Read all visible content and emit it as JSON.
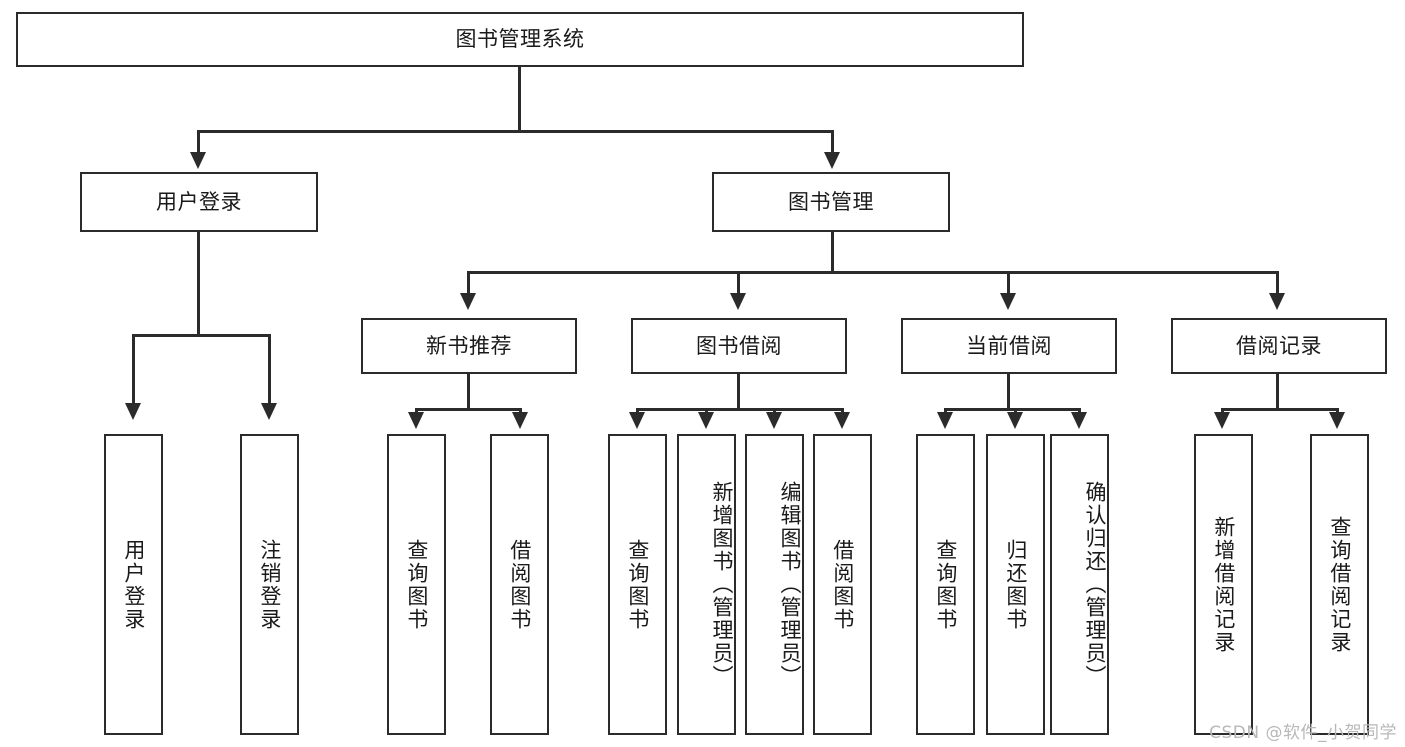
{
  "diagram": {
    "title_node": {
      "label": "图书管理系统"
    },
    "level2": [
      {
        "id": "user-login",
        "label": "用户登录"
      },
      {
        "id": "book-manage",
        "label": "图书管理"
      }
    ],
    "level3": [
      {
        "id": "new-book-recommend",
        "label": "新书推荐"
      },
      {
        "id": "book-borrow",
        "label": "图书借阅"
      },
      {
        "id": "current-borrow",
        "label": "当前借阅"
      },
      {
        "id": "borrow-record",
        "label": "借阅记录"
      }
    ],
    "leaves": {
      "user_login": [
        {
          "id": "leaf-user-login",
          "label": "用户登录"
        },
        {
          "id": "leaf-logout-login",
          "label": "注销登录"
        }
      ],
      "new_book_recommend": [
        {
          "id": "leaf-query-book-1",
          "label": "查询图书"
        },
        {
          "id": "leaf-borrow-book-1",
          "label": "借阅图书"
        }
      ],
      "book_borrow": [
        {
          "id": "leaf-query-book-2",
          "label": "查询图书"
        },
        {
          "id": "leaf-add-book",
          "label": "新增图书（管理员）"
        },
        {
          "id": "leaf-edit-book",
          "label": "编辑图书（管理员）"
        },
        {
          "id": "leaf-borrow-book-2",
          "label": "借阅图书"
        }
      ],
      "current_borrow": [
        {
          "id": "leaf-query-book-3",
          "label": "查询图书"
        },
        {
          "id": "leaf-return-book",
          "label": "归还图书"
        },
        {
          "id": "leaf-confirm-return",
          "label": "确认归还（管理员）"
        }
      ],
      "borrow_record": [
        {
          "id": "leaf-add-record",
          "label": "新增借阅记录"
        },
        {
          "id": "leaf-query-record",
          "label": "查询借阅记录"
        }
      ]
    },
    "watermark": "CSDN @软件_小贺同学",
    "colors": {
      "stroke": "#2b2b2b",
      "text": "#1a1a1a",
      "background": "#ffffff",
      "watermark": "#b8b8b8"
    }
  }
}
